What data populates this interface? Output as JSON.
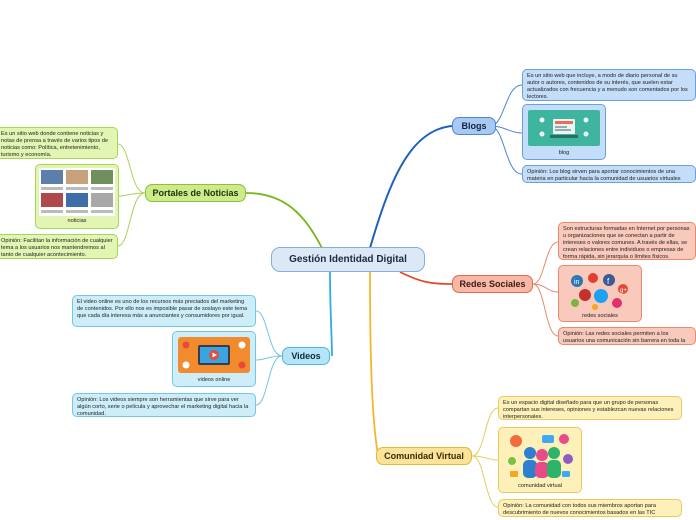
{
  "root": {
    "label": "Gestión Identidad Digital"
  },
  "colors": {
    "blogs": "#4a86d6",
    "redes": "#e06a4c",
    "comunidad": "#e0b83a",
    "portales": "#8cc23a",
    "videos": "#4fb6e0"
  },
  "blogs": {
    "label": "Blogs",
    "definition": "Es un sitio web que incluye, a modo de diario personal de su autor o autores, contenidos de su interés, que suelen estar actualizados con frecuencia y a menudo son comentados por los lectores.",
    "image_caption": "blog",
    "opinion": "Opinión: Los blog sirven para aportar conocimientos de una materia en particular hacia la comunidad de usuarios virtuales"
  },
  "redes": {
    "label": "Redes Sociales",
    "definition": "Son estructuras formadas en Internet por personas u organizaciones que se conectan a partir de intereses o valores comunes. A través de ellas, se crean relaciones entre individuos o empresas de forma rápida, sin jerarquía o límites físicos.",
    "image_caption": "redes sociales",
    "opinion": "Opinión: Las redes sociales permiten a los usuarios una comunicación sin barrera en toda la comunidad."
  },
  "comunidad": {
    "label": "Comunidad Virtual",
    "definition": "Es un espacio digital diseñado para que un grupo de personas compartan sus intereses, opiniones y establezcan nuevas relaciones interpersonales.",
    "image_caption": "comunidad virtual",
    "opinion": "Opinión: La comunidad con todos sus miembros aportan para descubrimiento de nuevos conocimientos basados en las TIC"
  },
  "portales": {
    "label": "Portales de Noticias",
    "definition": "Es un sitio web donde contiene noticias y notas de prensa a través de varios tipos de noticias como: Política, entretenimiento, turismo y economía.",
    "image_caption": "noticias",
    "opinion": "Opinión: Facilitan la información de cualquier tema a los usuarios nos mantendremos al tanto de cualquier acontecimiento."
  },
  "videos": {
    "label": "Videos",
    "definition": "El video online es uno de los recursos más preciados del marketing de contenidos. Por ello nos es imposible pasar de soslayo este tema que cada día interesa más a anunciantes y consumidores por igual.",
    "image_caption": "videos online",
    "opinion": "Opinión: Los videos siempre son herramientas que sirve para ver algún corto, serie o película y aprovechar el marketing digital hacia la comunidad."
  }
}
